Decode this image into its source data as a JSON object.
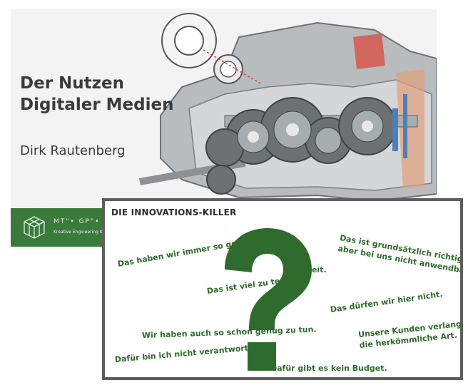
{
  "slide_back": {
    "title_line1": "Der Nutzen",
    "title_line2": "Digitaler Medien",
    "author": "Dirk Rautenberg",
    "logo_name": "MT\"• GP\"• M",
    "logo_tagline": "Kreative Engineering Konz",
    "colors": {
      "brand_green": "#3a7a3a",
      "background": "#f3f3f3",
      "text": "#3b3b3b"
    },
    "illustration_icon": "gearbox-cutaway-icon"
  },
  "slide_front": {
    "heading": "DIE INNOVATIONS-KILLER",
    "phrases": {
      "p1": "Das haben wir immer so gemacht",
      "p2": "Zeit.",
      "p3": "Das ist viel zu te",
      "p4_line1": "Das ist grundsätzlich richtig",
      "p4_line2": "aber bei uns nicht anwendbar.",
      "p5": "Das dürfen wir hier nicht.",
      "p6": "Wir haben auch so schon genug zu tun.",
      "p7_line1": "Unsere Kunden verlangen",
      "p7_line2": "die herkömmliche Art.",
      "p8": "Dafür bin ich nicht verantwortlich.",
      "p9": "Dafür gibt es kein Budget."
    },
    "colors": {
      "question_mark": "#2f6b2d",
      "phrase_text": "#2e6b2a",
      "frame": "#5e5e5e"
    },
    "question_icon": "question-mark-icon"
  }
}
